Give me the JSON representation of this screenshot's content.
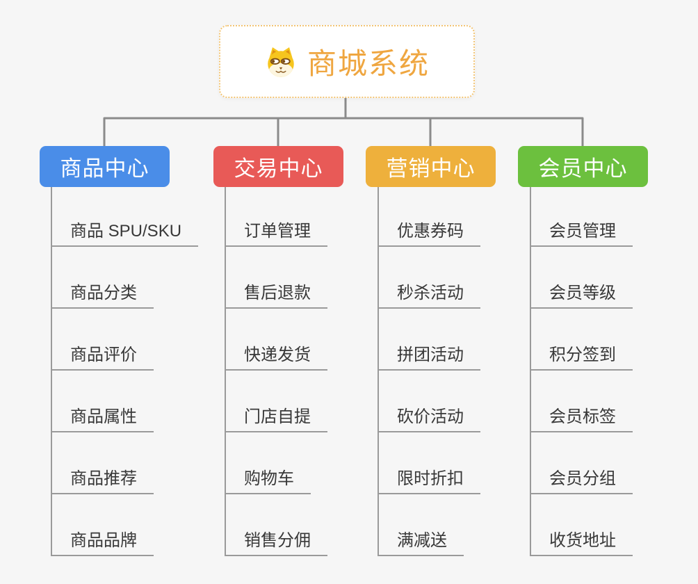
{
  "root": {
    "title": "商城系统",
    "icon": "shiba-dog-icon"
  },
  "colors": {
    "background": "#f6f6f6",
    "root_border": "#f3c473",
    "root_title": "#efa640",
    "connector": "#8b8b8b",
    "leaf_line": "#9a9a9a"
  },
  "branches": [
    {
      "label": "商品中心",
      "color": "#4a8de8",
      "children": [
        "商品 SPU/SKU",
        "商品分类",
        "商品评价",
        "商品属性",
        "商品推荐",
        "商品品牌"
      ]
    },
    {
      "label": "交易中心",
      "color": "#e85a57",
      "children": [
        "订单管理",
        "售后退款",
        "快递发货",
        "门店自提",
        "购物车",
        "销售分佣"
      ]
    },
    {
      "label": "营销中心",
      "color": "#eeb03c",
      "children": [
        "优惠券码",
        "秒杀活动",
        "拼团活动",
        "砍价活动",
        "限时折扣",
        "满减送"
      ]
    },
    {
      "label": "会员中心",
      "color": "#6cc03e",
      "children": [
        "会员管理",
        "会员等级",
        "积分签到",
        "会员标签",
        "会员分组",
        "收货地址"
      ]
    }
  ]
}
